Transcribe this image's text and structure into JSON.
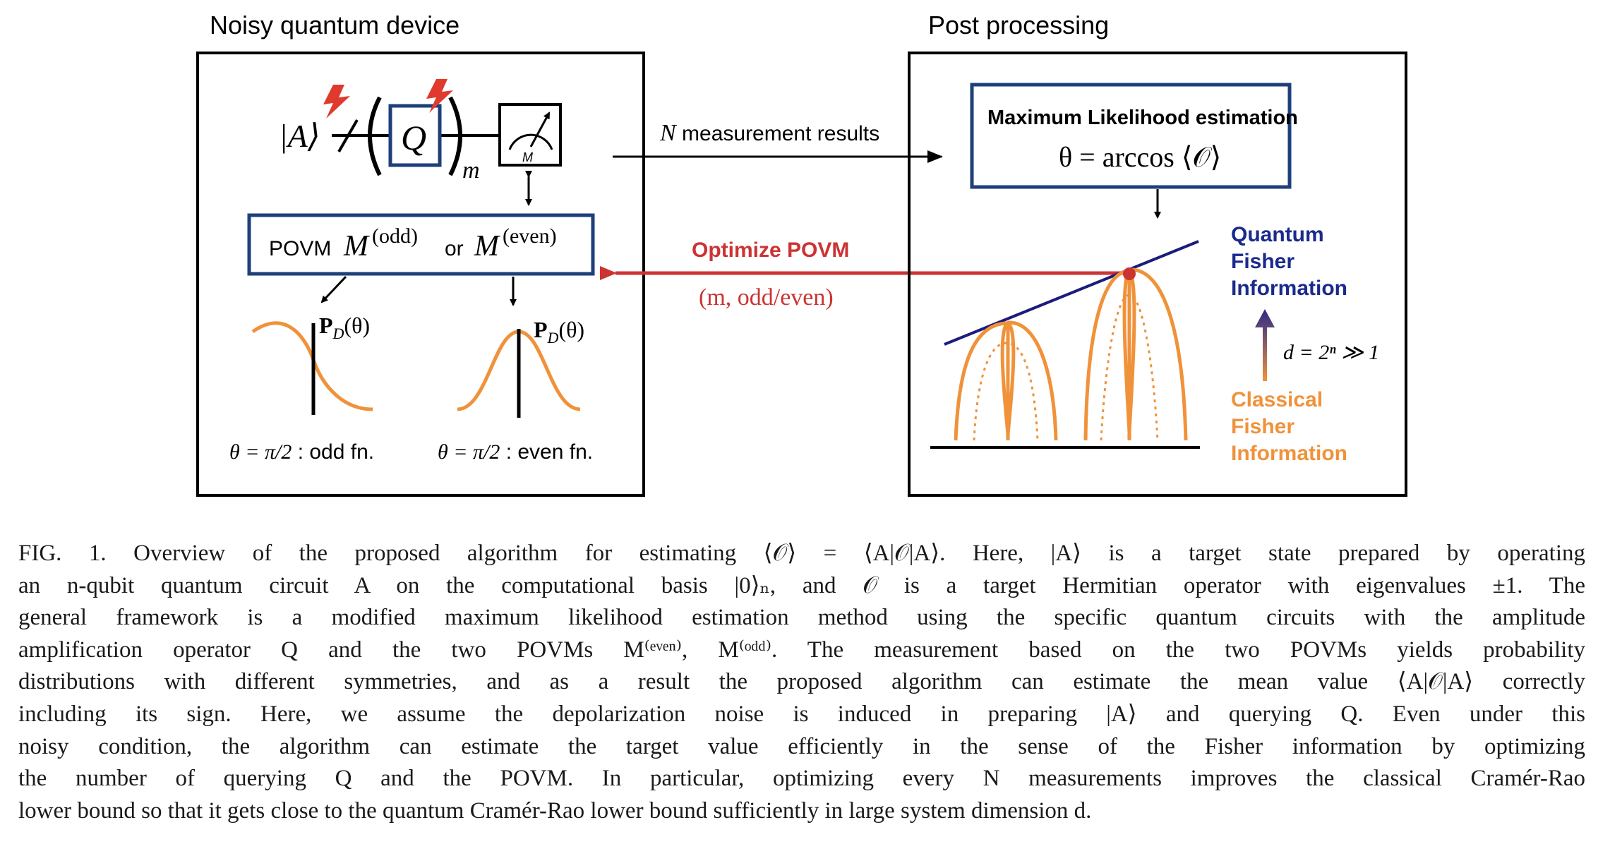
{
  "figure": {
    "left_panel": {
      "title": "Noisy quantum device",
      "ket_a": "|A⟩",
      "q_gate": "Q",
      "repeat_sub": "m",
      "meter_label": "M",
      "povm_text": "POVM",
      "povm_m": "M",
      "povm_odd": "(odd)",
      "povm_or": "or",
      "povm_even": "(even)",
      "prob_label_bold": "P",
      "prob_label_sub": "D",
      "prob_label_arg": "(θ)",
      "odd_caption_math": "θ = π/2",
      "odd_caption_text": " : odd fn.",
      "even_caption_math": "θ = π/2",
      "even_caption_text": " : even fn."
    },
    "arrows": {
      "measurement_n": "N",
      "measurement_text": " measurement results",
      "optimize_label": "Optimize POVM",
      "optimize_params": "(m, odd/even)"
    },
    "right_panel": {
      "title": "Post processing",
      "mle_title": "Maximum Likelihood estimation",
      "mle_eq": "θ = arccos ⟨𝒪⟩",
      "quantum_fi": [
        "Quantum",
        "Fisher",
        "Information"
      ],
      "dim_label": "d = 2ⁿ ≫ 1",
      "classical_fi": [
        "Classical",
        "Fisher",
        "Information"
      ]
    },
    "colors": {
      "dark_blue": "#1e3f7a",
      "navy_curve": "#1c1c7a",
      "red": "#cc3333",
      "orange": "#f0923a",
      "bolt": "#e03a2f"
    }
  },
  "caption": {
    "lines": [
      "FIG. 1. Overview of the proposed algorithm for estimating ⟨𝒪⟩ = ⟨A|𝒪|A⟩. Here, |A⟩ is a target state prepared by operating",
      "an n-qubit quantum circuit A on the computational basis |0⟩ₙ, and 𝒪 is a target Hermitian operator with eigenvalues ±1. The",
      "general framework is a modified maximum likelihood estimation method using the specific quantum circuits with the amplitude",
      "amplification operator Q and the two POVMs M⁽ᵉᵛᵉⁿ⁾, M⁽ᵒᵈᵈ⁾. The measurement based on the two POVMs yields probability",
      "distributions with different symmetries, and as a result the proposed algorithm can estimate the mean value ⟨A|𝒪|A⟩ correctly",
      "including its sign. Here, we assume the depolarization noise is induced in preparing |A⟩ and querying Q. Even under this",
      "noisy condition, the algorithm can estimate the target value efficiently in the sense of the Fisher information by optimizing",
      "the number of querying Q and the POVM. In particular, optimizing every N measurements improves the classical Cramér-Rao",
      "lower bound so that it gets close to the quantum Cramér-Rao lower bound sufficiently in large system dimension d."
    ]
  }
}
